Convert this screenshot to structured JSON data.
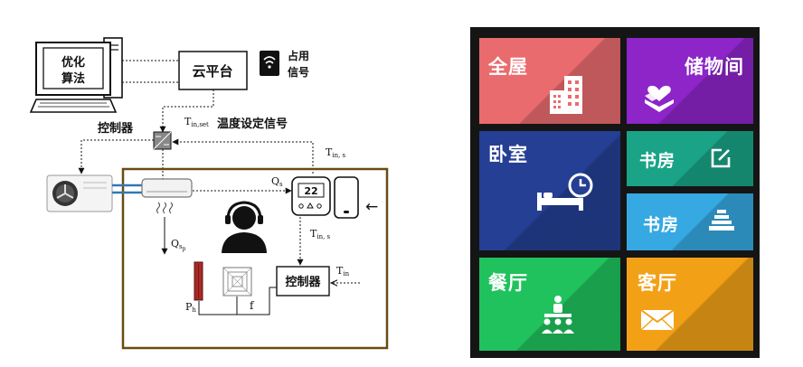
{
  "diagram": {
    "computer_label_line1": "优化",
    "computer_label_line2": "算法",
    "cloud_label": "云平台",
    "signal_label_line1": "占用",
    "signal_label_line2": "信号",
    "controller_top_label": "控制器",
    "t_inset_main": "T",
    "t_inset_sub": "in,set",
    "temp_setting_label": "温度设定信号",
    "t_in_s_top_main": "T",
    "t_in_s_top_sub": "in, s",
    "q_s_main": "Q",
    "q_s_sub": "s",
    "thermostat_display": "22",
    "q_sp_main": "Q",
    "q_sp_sub": "s",
    "q_sp_sub2": "p",
    "t_in_s_mid_main": "T",
    "t_in_s_mid_sub": "in, s",
    "t_in_main": "T",
    "t_in_sub": "in",
    "controller_bottom_label": "控制器",
    "p_h_main": "P",
    "p_h_sub": "h",
    "f_label": "f",
    "arrow_left": "←"
  },
  "panel": {
    "tiles": [
      {
        "label": "全屋",
        "icon": "building-icon",
        "color": "#e96b6e"
      },
      {
        "label": "储物间",
        "icon": "storage-box-icon",
        "color": "#8d25c9"
      },
      {
        "label": "卧室",
        "icon": "bed-clock-icon",
        "color": "#243f94"
      },
      {
        "label": "书房",
        "icon": "edit-icon",
        "color": "#1aa386"
      },
      {
        "label": "书房",
        "icon": "books-stack-icon",
        "color": "#36a8e2"
      },
      {
        "label": "餐厅",
        "icon": "dining-people-icon",
        "color": "#1fc25c"
      },
      {
        "label": "客厅",
        "icon": "mail-icon",
        "color": "#f2a116"
      }
    ]
  }
}
